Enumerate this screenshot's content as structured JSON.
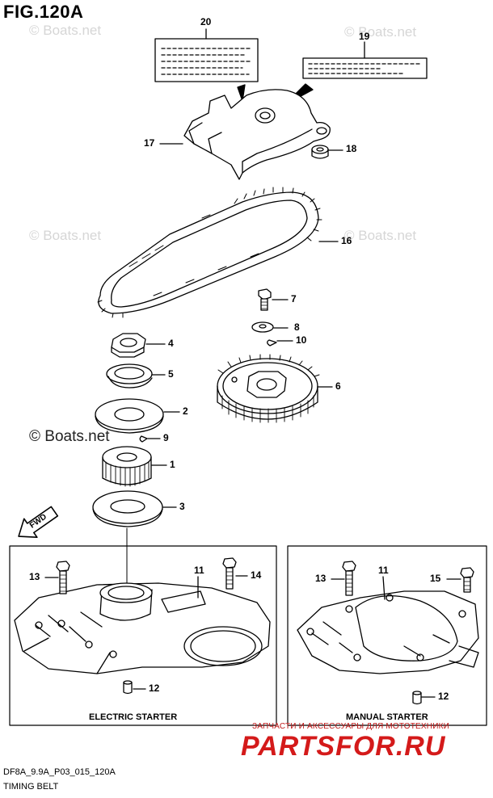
{
  "figure": {
    "title": "FIG.120A",
    "code": "DF8A_9.9A_P03_015_120A",
    "caption": "TIMING BELT"
  },
  "watermarks": {
    "boats_top": "© Boats.net",
    "boats_right_upper": "© Boats.net",
    "boats_left_mid": "© Boats.net",
    "boats_center": "© Boats.net",
    "boats_right_mid": "© Boats.net"
  },
  "direction_arrow": "FWD",
  "callouts": {
    "c20": "20",
    "c19": "19",
    "c17": "17",
    "c18": "18",
    "c16": "16",
    "c7": "7",
    "c8": "8",
    "c10": "10",
    "c4": "4",
    "c5": "5",
    "c6": "6",
    "c2": "2",
    "c9": "9",
    "c1": "1",
    "c3": "3",
    "electric_13": "13",
    "electric_11": "11",
    "electric_14": "14",
    "electric_12": "12",
    "manual_13": "13",
    "manual_11": "11",
    "manual_15": "15",
    "manual_12": "12"
  },
  "variants": {
    "electric": "ELECTRIC STARTER",
    "manual": "MANUAL STARTER"
  },
  "shop": {
    "tagline": "ЗАПЧАСТИ И АКСЕССУАРЫ ДЛЯ МОТОТЕХНИКИ",
    "logo": "PARTSFOR.RU"
  }
}
